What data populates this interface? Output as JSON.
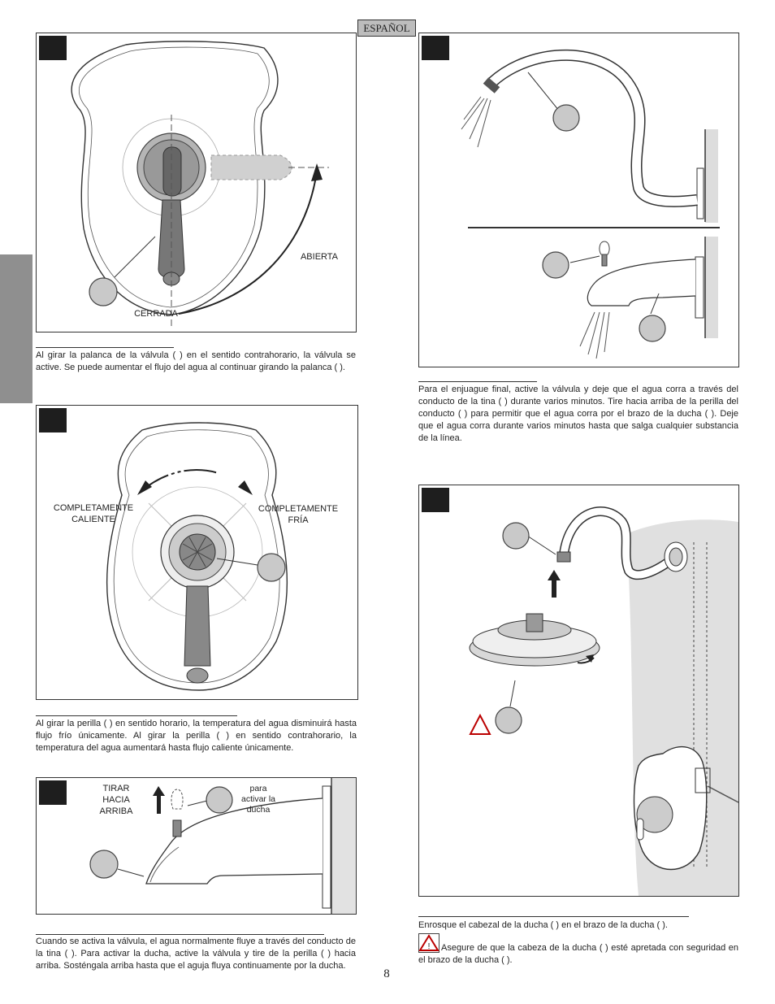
{
  "header": {
    "language_tab": "ESPAÑOL"
  },
  "page_number": "8",
  "panel1": {
    "label_open": "ABIERTA",
    "label_closed": "CERRADA",
    "caption": "Al girar la palanca de la válvula (      ) en el sentido contrahorario, la válvula se active. Se puede aumentar el flujo del agua al continuar girando la palanca (      )."
  },
  "panel2": {
    "label_hot": "COMPLETAMENTE\nCALIENTE",
    "label_cold": "COMPLETAMENTE\nFRÍA",
    "caption": "Al girar la perilla (      ) en sentido horario, la temperatura del agua disminuirá hasta flujo frío únicamente. Al girar la perilla (      ) en sentido contrahorario, la temperatura del agua aumentará hasta flujo caliente únicamente."
  },
  "panel3": {
    "label_pull": "TIRAR\nHACIA\nARRIBA",
    "label_activate": "para\nactivar la\nducha",
    "caption": "Cuando se activa la válvula, el agua normalmente fluye a través del conducto de la tina (      ). Para activar la ducha, active la válvula y tire de la perilla (      ) hacia arriba. Sosténgala arriba hasta que el aguja fluya continuamente por la ducha."
  },
  "panel4": {
    "caption": "Para el enjuague final, active la válvula y deje que el agua corra a través del conducto de la tina (      ) durante varios minutos. Tire hacia arriba de la perilla del conducto (      ) para permitir que el agua corra por el brazo de la ducha (      ). Deje que el agua corra durante varios minutos hasta que salga cualquier substancia de la línea."
  },
  "panel5": {
    "caption": "Enrosque el cabezal de la ducha (      ) en el brazo de la ducha (      ).",
    "warning": "Asegure de que la cabeza de la ducha (      ) esté apretada con seguridad en el brazo de la ducha (      )."
  }
}
